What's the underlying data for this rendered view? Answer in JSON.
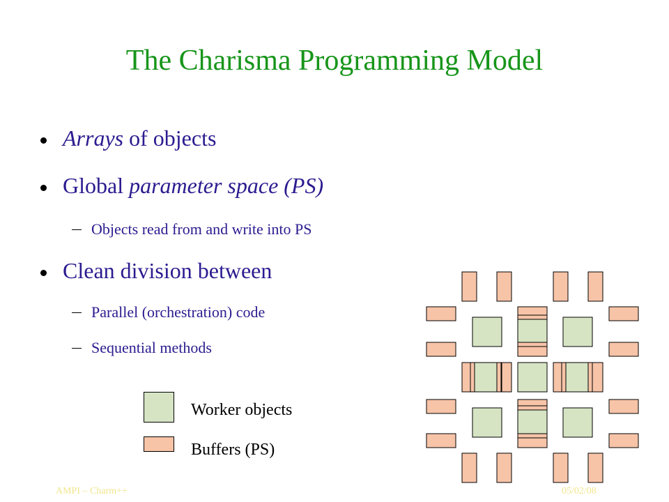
{
  "slide": {
    "title": "The Charisma Programming Model",
    "bullets": {
      "b1": {
        "italic": "Arrays",
        "rest": " of objects"
      },
      "b2": {
        "pre": "Global ",
        "italic": "parameter space (PS)"
      },
      "b2_sub1": "Objects read from and write into PS",
      "b3": "Clean division between",
      "b3_sub1": "Parallel (orchestration) code",
      "b3_sub2": "Sequential methods"
    },
    "legend": {
      "worker": "Worker objects",
      "buffer": "Buffers (PS)"
    },
    "footer": {
      "left": "AMPI – Charm++",
      "right": "05/02/08"
    }
  },
  "colors": {
    "title": "#17951a",
    "text": "#2b1b8f",
    "worker_fill": "#d6e4c4",
    "buffer_fill": "#f7c4a8",
    "footer": "#f0e68c"
  },
  "icons": {
    "bullet": "filled-circle",
    "sub_bullet": "dash"
  }
}
